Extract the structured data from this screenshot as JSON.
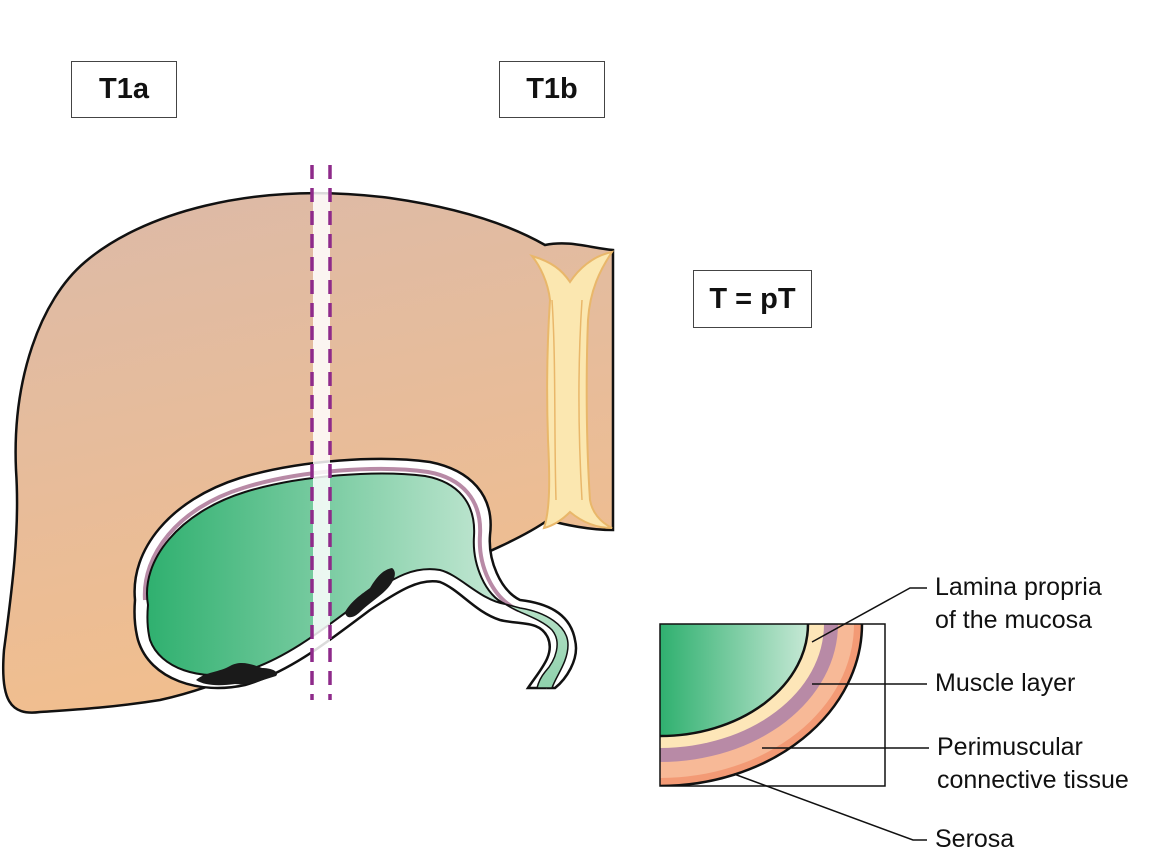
{
  "labels": {
    "t1a": "T1a",
    "t1b": "T1b",
    "t_eq_pt": "T = pT"
  },
  "legend": {
    "lamina_line1": "Lamina propria",
    "lamina_line2": "of the mucosa",
    "muscle": "Muscle layer",
    "perimuscular_line1": "Perimuscular",
    "perimuscular_line2": "connective tissue",
    "serosa": "Serosa"
  },
  "colors": {
    "liver_top": "#dcbaa8",
    "liver_bottom": "#f1be8e",
    "gallbladder_dark": "#2fb06f",
    "gallbladder_light": "#c6e8d5",
    "dashed_line": "#8e2a8a",
    "muscle_layer": "#b88aa6",
    "lamina_layer": "#fde6b8",
    "serosa_layer": "#f39a75",
    "tumor": "#1a1a1a"
  }
}
